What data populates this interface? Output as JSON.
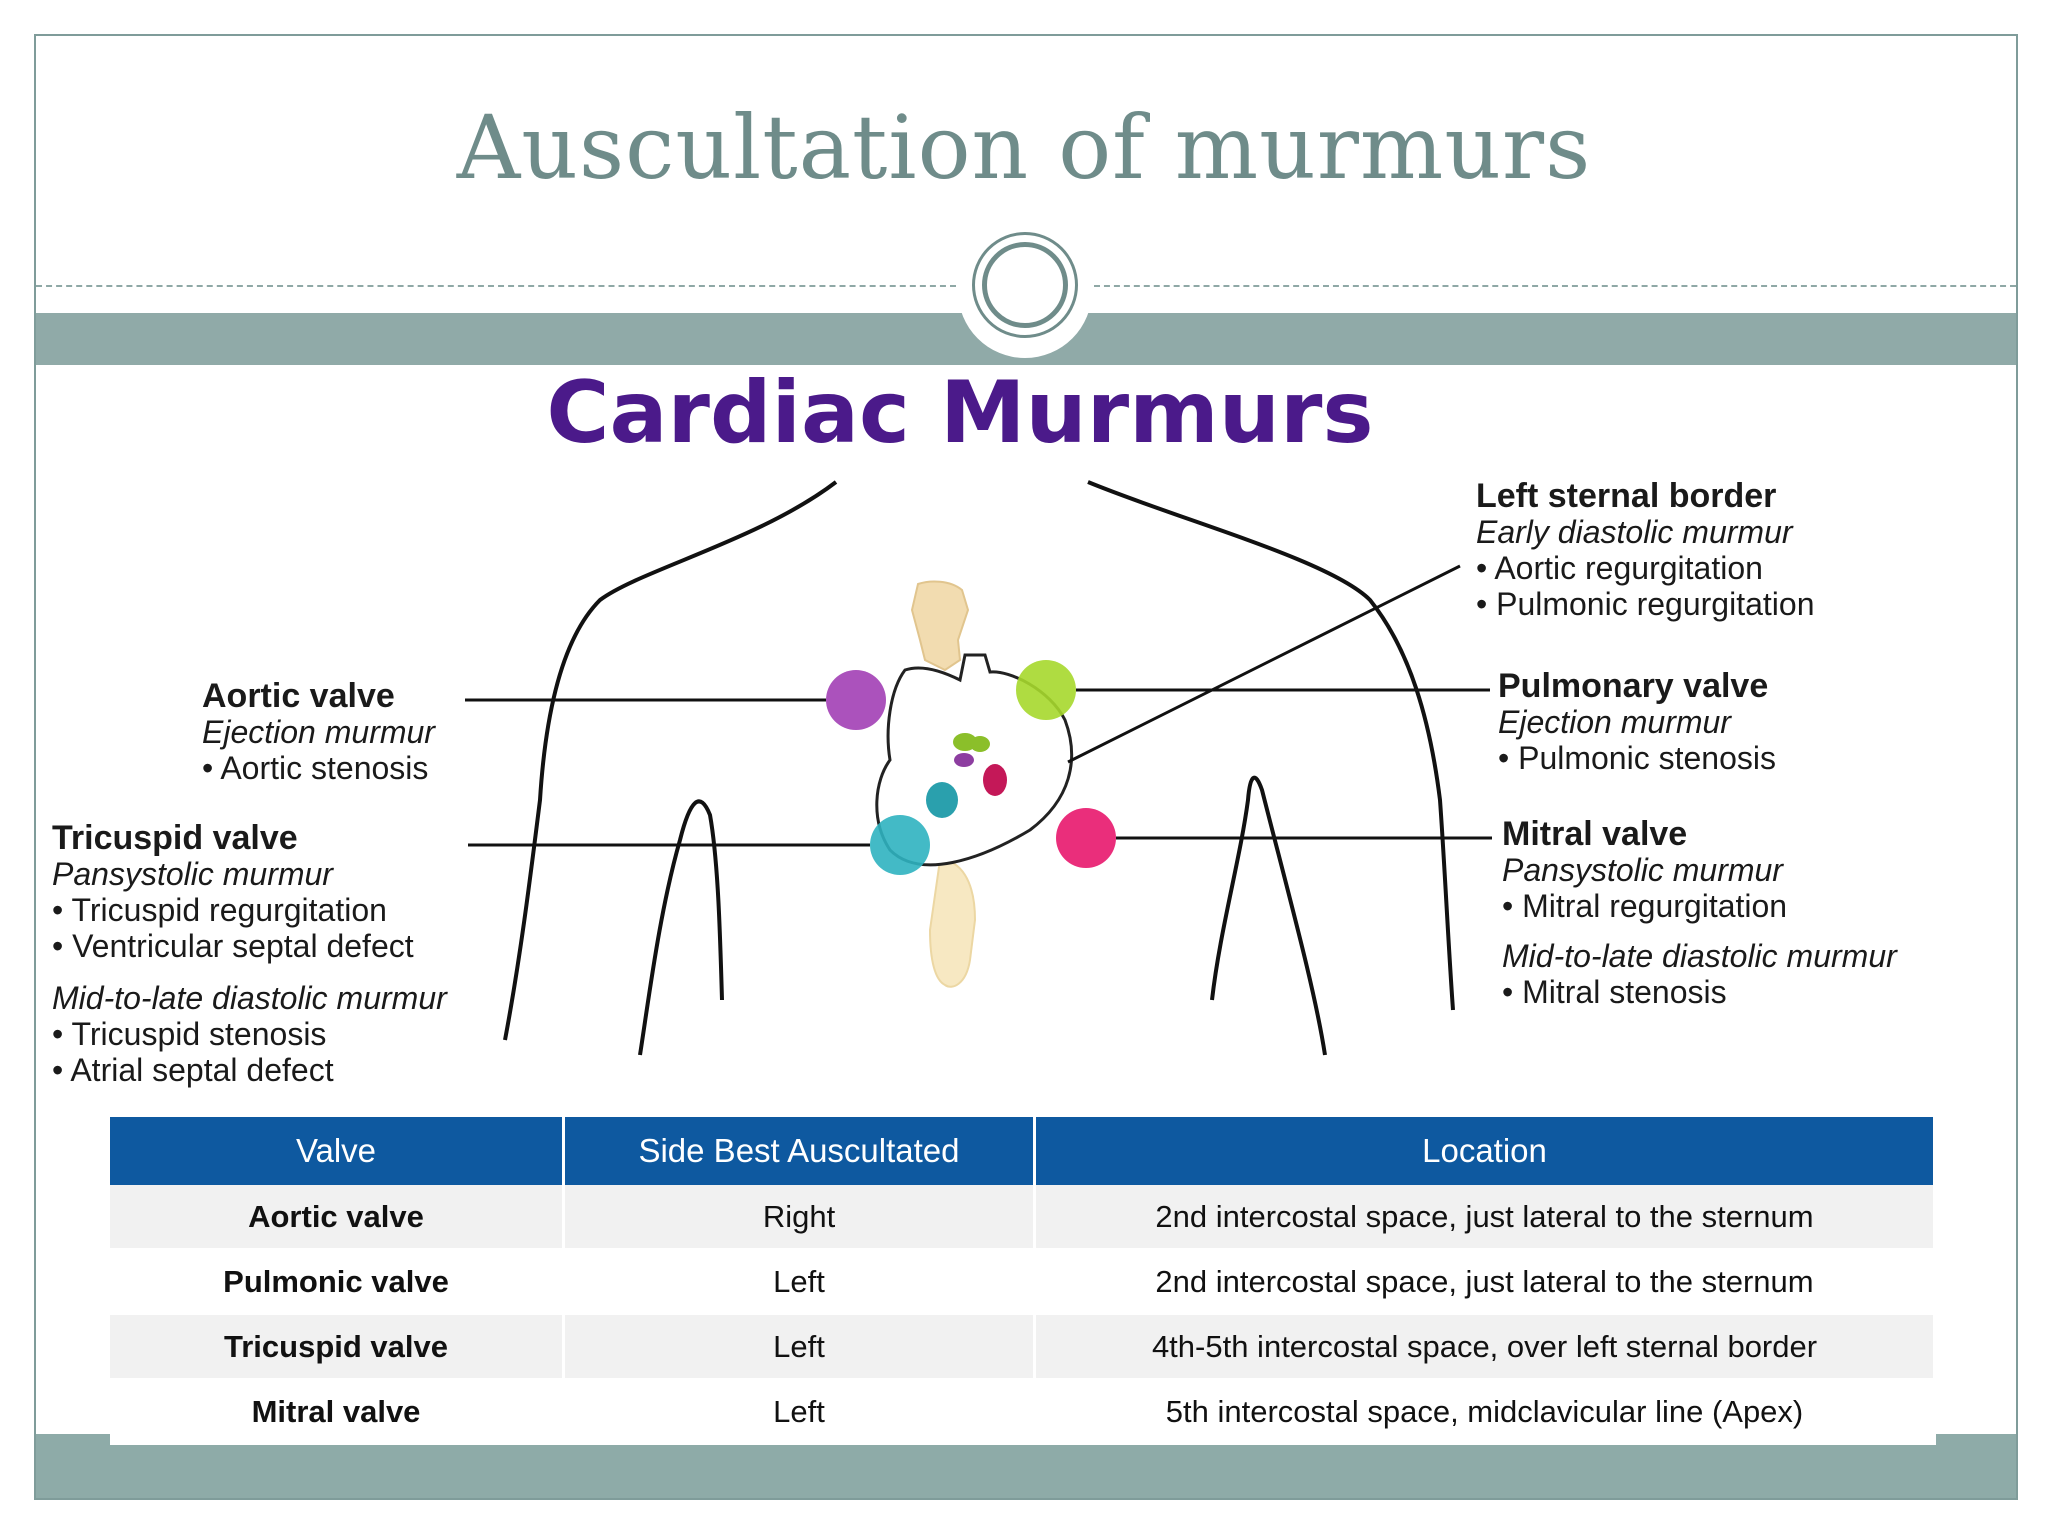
{
  "slide": {
    "title": "Auscultation of murmurs"
  },
  "diagram": {
    "title": "Cardiac Murmurs",
    "labels": {
      "aortic": {
        "name": "Aortic valve",
        "murmur": "Ejection murmur",
        "items": [
          "Aortic stenosis"
        ]
      },
      "tricuspid": {
        "name": "Tricuspid valve",
        "murmur": "Pansystolic murmur",
        "items": [
          "Tricuspid regurgitation",
          "Ventricular septal defect"
        ],
        "murmur2": "Mid-to-late diastolic murmur",
        "items2": [
          "Tricuspid stenosis",
          "Atrial septal defect"
        ]
      },
      "lsb": {
        "name": "Left sternal border",
        "murmur": "Early diastolic murmur",
        "items": [
          "Aortic regurgitation",
          "Pulmonic regurgitation"
        ]
      },
      "pulmonary": {
        "name": "Pulmonary valve",
        "murmur": "Ejection murmur",
        "items": [
          "Pulmonic stenosis"
        ]
      },
      "mitral": {
        "name": "Mitral valve",
        "murmur": "Pansystolic murmur",
        "items": [
          "Mitral regurgitation"
        ],
        "murmur2": "Mid-to-late diastolic murmur",
        "items2": [
          "Mitral stenosis"
        ]
      }
    },
    "colors": {
      "aortic": "#a23fb5",
      "pulmonary": "#a6d82c",
      "tricuspid": "#2fb3c0",
      "mitral": "#e8176d",
      "title": "#4b1a8a"
    },
    "bullet": "•"
  },
  "table": {
    "headers": [
      "Valve",
      "Side Best Auscultated",
      "Location"
    ],
    "rows": [
      [
        "Aortic valve",
        "Right",
        "2nd intercostal space, just lateral to the sternum"
      ],
      [
        "Pulmonic valve",
        "Left",
        "2nd intercostal space, just lateral to the sternum"
      ],
      [
        "Tricuspid valve",
        "Left",
        "4th-5th intercostal space, over left sternal border"
      ],
      [
        "Mitral valve",
        "Left",
        "5th intercostal space, midclavicular line (Apex)"
      ]
    ],
    "header_color": "#0e59a0"
  }
}
